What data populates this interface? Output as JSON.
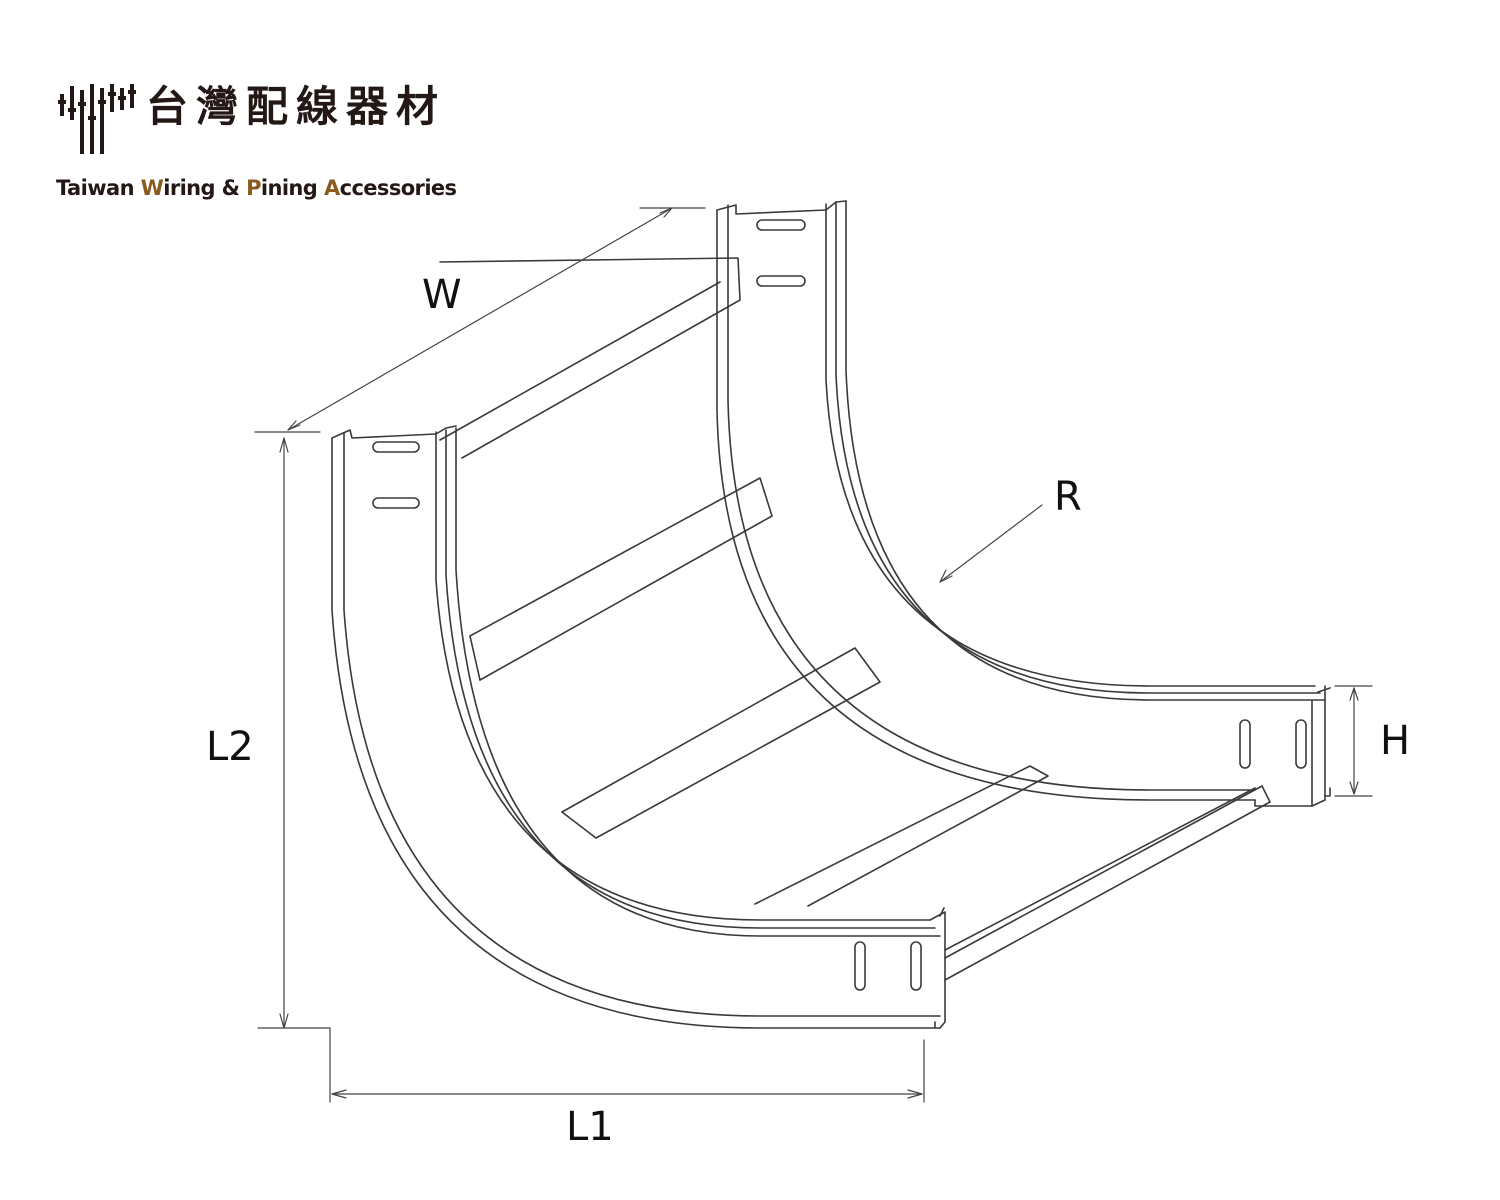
{
  "logo": {
    "zh": "台灣配線器材",
    "en_parts": [
      {
        "text": "T",
        "accent": false
      },
      {
        "text": "aiwan ",
        "accent": false
      },
      {
        "text": "W",
        "accent": true
      },
      {
        "text": "iring & ",
        "accent": false
      },
      {
        "text": "P",
        "accent": true
      },
      {
        "text": "ining ",
        "accent": false
      },
      {
        "text": "A",
        "accent": true
      },
      {
        "text": "ccessories",
        "accent": false
      }
    ],
    "colors": {
      "text": "#231815",
      "accent": "#8a5a1f"
    }
  },
  "dimensions": {
    "W": "W",
    "R": "R",
    "H": "H",
    "L1": "L1",
    "L2": "L2"
  }
}
